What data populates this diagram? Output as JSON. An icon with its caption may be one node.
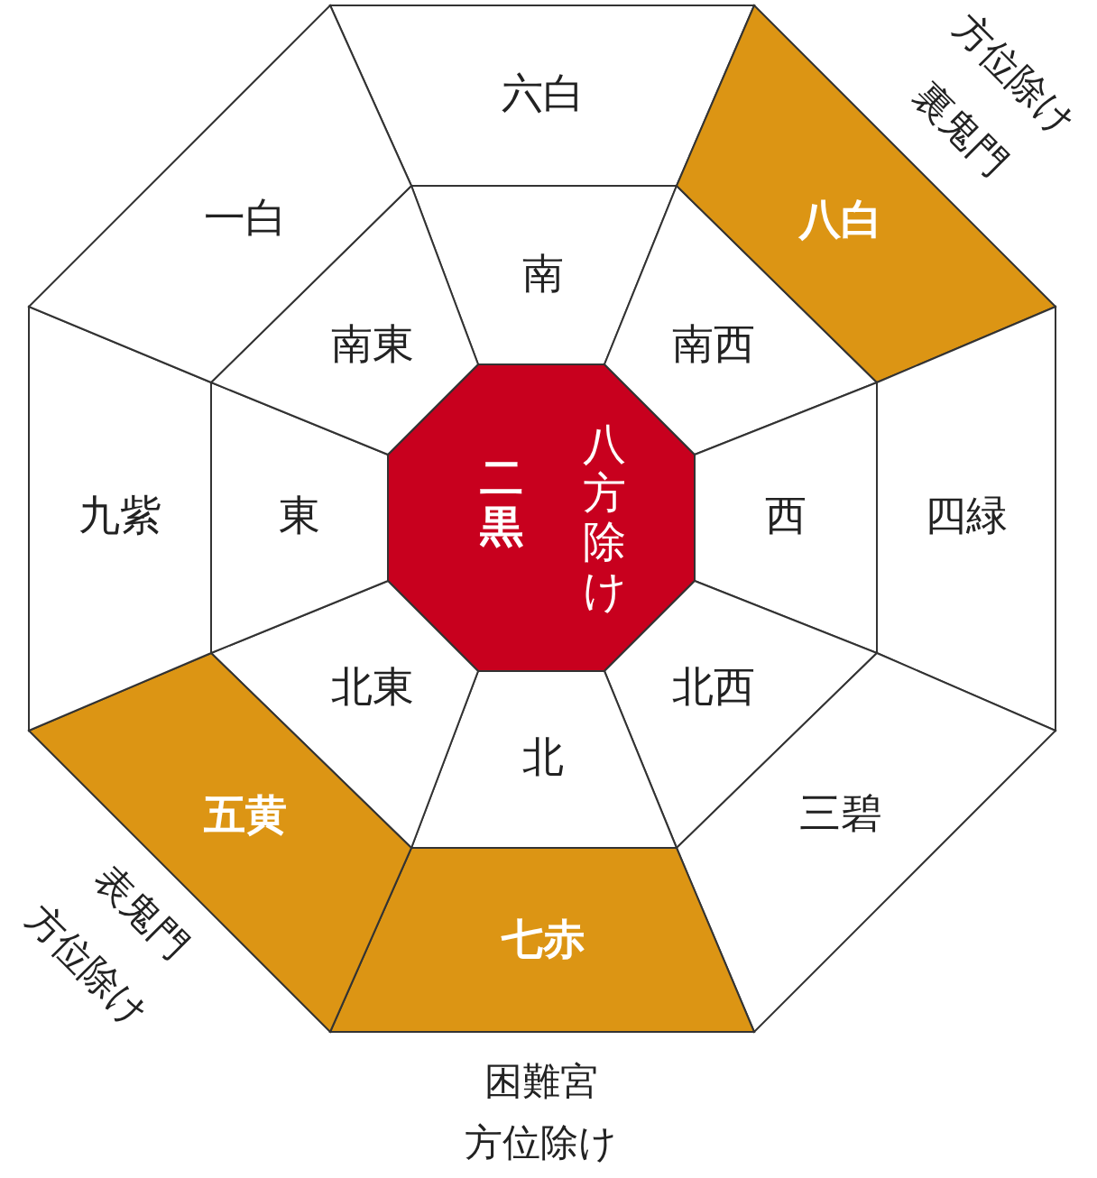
{
  "diagram": {
    "nodes": [
      {
        "text": [
          "二黒",
          "八方除け"
        ]
      },
      {
        "text": [
          "南"
        ]
      },
      {
        "text": [
          "南西"
        ]
      },
      {
        "text": [
          "西"
        ]
      },
      {
        "text": [
          "北西"
        ]
      },
      {
        "text": [
          "北"
        ]
      },
      {
        "text": [
          "北東"
        ]
      },
      {
        "text": [
          "東"
        ]
      },
      {
        "text": [
          "南東"
        ]
      },
      {
        "text": [
          "六白"
        ]
      },
      {
        "text": [
          "八白"
        ],
        "beside": [
          "方位除け",
          "裏鬼門"
        ]
      },
      {
        "text": [
          "四緑"
        ]
      },
      {
        "text": [
          "三碧"
        ]
      },
      {
        "text": [
          "七赤"
        ],
        "beside": [
          "困難宮",
          "方位除け"
        ]
      },
      {
        "text": [
          "五黄"
        ],
        "beside": [
          "表鬼門",
          "方位除け"
        ]
      },
      {
        "text": [
          "九紫"
        ]
      },
      {
        "text": [
          "一白"
        ]
      }
    ]
  }
}
